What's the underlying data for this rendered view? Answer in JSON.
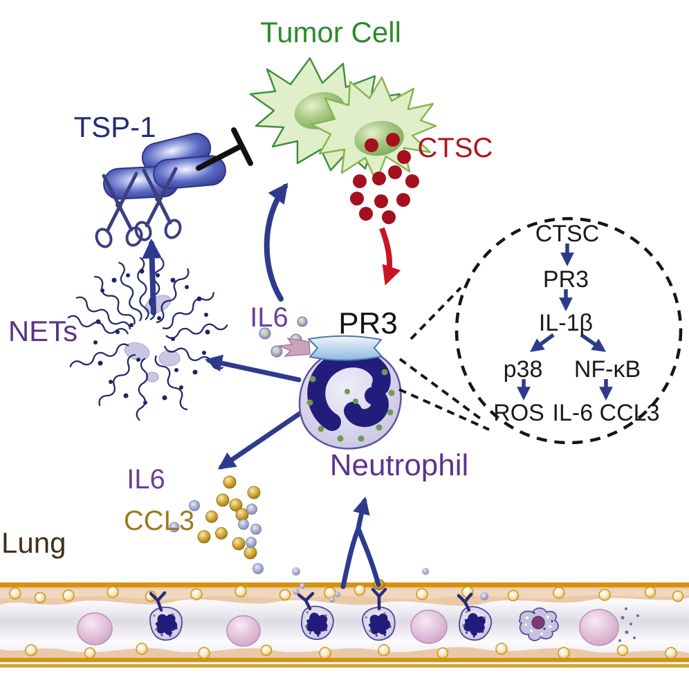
{
  "figure": {
    "labels": {
      "tumor_cell": "Tumor Cell",
      "tsp1": "TSP-1",
      "ctsc": "CTSC",
      "nets": "NETs",
      "il6_upper": "IL6",
      "pr3": "PR3",
      "neutrophil": "Neutrophil",
      "il6_lower": "IL6",
      "ccl3": "CCL3",
      "lung": "Lung"
    },
    "inset": {
      "node_ctsc": "CTSC",
      "node_pr3": "PR3",
      "node_il1b": "IL-1β",
      "node_p38": "p38",
      "node_nfkb": "NF-κB",
      "node_ros": "ROS",
      "node_il6_ccl3": "IL-6 CCL3"
    },
    "colors": {
      "tumor_green_text": "#2e8a2f",
      "tumor_cell_fill": "#e0efca",
      "tsp1_navy_text": "#232a78",
      "ctsc_red_text": "#b01220",
      "ctsc_dot_red": "#a3101e",
      "purple_label": "#5c3390",
      "ccl3_gold_text": "#9a7b1a",
      "lung_brown_text": "#402f1b",
      "arrow_navy": "#2e3a8d",
      "arrow_red": "#c81423",
      "inhibitor_black": "#111111",
      "vessel_gold": "#d49210",
      "endothelium_tan": "#eac9a8",
      "neutrophil_body": "#d6d1ea",
      "nucleus_navy": "#221d7d",
      "membrane_blue": "#9cc4e4",
      "pink_cell": "#e3c3dc"
    }
  }
}
